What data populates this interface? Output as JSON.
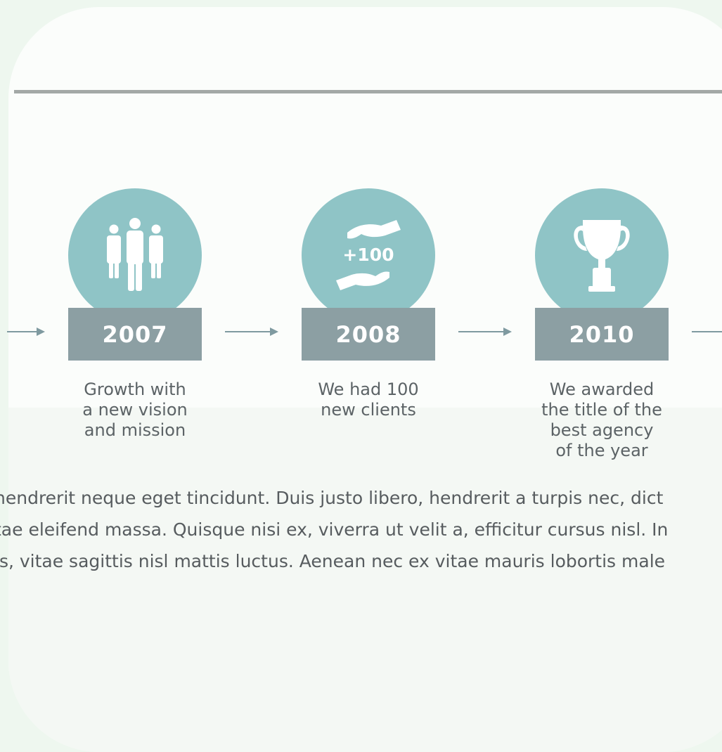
{
  "timeline": {
    "milestones": [
      {
        "year": "2007",
        "caption": [
          "Growth with",
          "a new vision",
          "and mission"
        ],
        "icon": "people-group-icon"
      },
      {
        "year": "2008",
        "caption": [
          "We had 100",
          "new clients"
        ],
        "icon": "handshake-plus-100-icon",
        "icon_text": "+100"
      },
      {
        "year": "2010",
        "caption": [
          "We awarded",
          "the title of the",
          "best agency",
          "of the year"
        ],
        "icon": "trophy-icon"
      }
    ]
  },
  "body": {
    "lines": [
      "hendrerit neque eget tincidunt. Duis justo libero, hendrerit a turpis nec, dict",
      "tae eleifend massa. Quisque nisi ex, viverra ut velit a, efficitur cursus nisl. In",
      "is, vitae sagittis nisl mattis luctus. Aenean nec ex vitae mauris lobortis male"
    ]
  },
  "colors": {
    "circle": "#8fc4c6",
    "year_box": "#8c9fa3",
    "arrow": "#7f9aa0",
    "rule": "#a3a8a6",
    "text": "#5c6366"
  }
}
